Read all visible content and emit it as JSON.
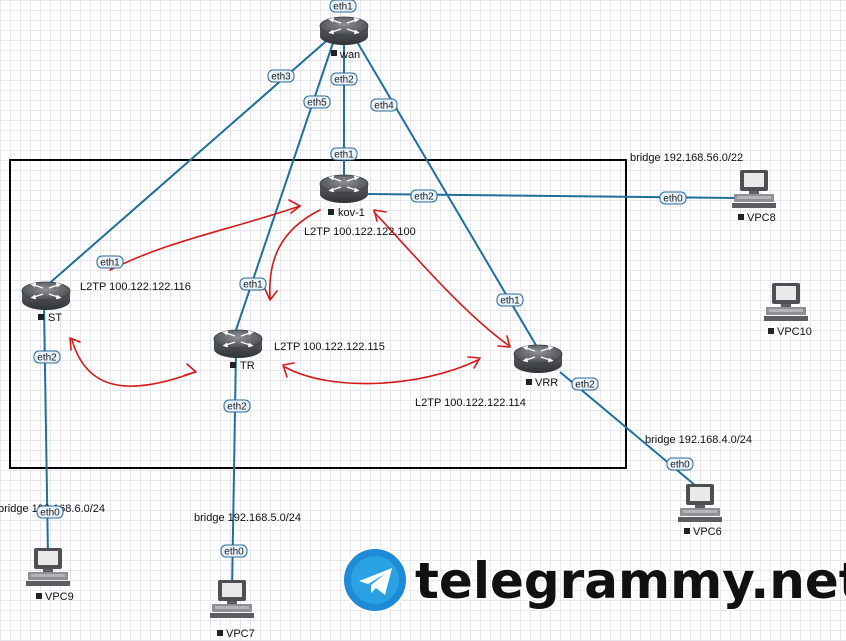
{
  "nodes": {
    "wan": {
      "name": "wan",
      "ports": {
        "eth1": "eth1",
        "eth2": "eth2",
        "eth3": "eth3",
        "eth4": "eth4",
        "eth5": "eth5"
      }
    },
    "kov1": {
      "name": "kov-1",
      "ports": {
        "eth1": "eth1",
        "eth2": "eth2"
      },
      "l2tp": "L2TP 100.122.122.100"
    },
    "st": {
      "name": "ST",
      "ports": {
        "eth1": "eth1",
        "eth2": "eth2"
      },
      "l2tp": "L2TP 100.122.122.116"
    },
    "tr": {
      "name": "TR",
      "ports": {
        "eth1": "eth1",
        "eth2": "eth2"
      },
      "l2tp": "L2TP 100.122.122.115"
    },
    "vrr": {
      "name": "VRR",
      "ports": {
        "eth1": "eth1",
        "eth2": "eth2"
      },
      "l2tp": "L2TP 100.122.122.114"
    },
    "vpc8": {
      "name": "VPC8",
      "port": "eth0",
      "bridge": "bridge 192.168.56.0/22"
    },
    "vpc10": {
      "name": "VPC10"
    },
    "vpc6": {
      "name": "VPC6",
      "port": "eth0",
      "bridge": "bridge 192.168.4.0/24"
    },
    "vpc7": {
      "name": "VPC7",
      "port": "eth0",
      "bridge": "bridge 192.168.5.0/24"
    },
    "vpc9": {
      "name": "VPC9",
      "port": "eth0",
      "bridge": "bridge 192.168.6.0/24"
    }
  },
  "watermark": {
    "text": "telegrammy.net"
  },
  "colors": {
    "link": "#1f6f9a",
    "tunnel": "#d21a1a",
    "router_body": "#5a5d63",
    "frame": "#000000"
  }
}
